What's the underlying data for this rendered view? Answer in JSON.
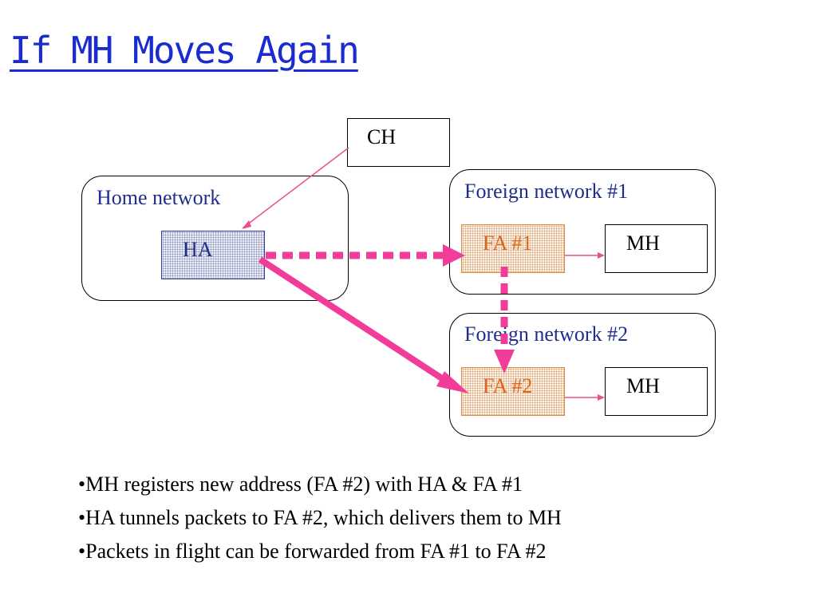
{
  "slide": {
    "title": "If MH Moves Again"
  },
  "diagram": {
    "ch_label": "CH",
    "home_network_label": "Home network",
    "ha_label": "HA",
    "foreign1_label": "Foreign network #1",
    "fa1_label": "FA #1",
    "mh1_label": "MH",
    "foreign2_label": "Foreign network #2",
    "fa2_label": "FA #2",
    "mh2_label": "MH",
    "colors": {
      "tunnel": "#f23c9a",
      "ch_line": "#e8508f",
      "fa_border": "#e08a3a",
      "fa_text": "#e0651a",
      "label_blue": "#1f2e8c"
    }
  },
  "bullets": [
    "•MH registers new address (FA #2) with HA & FA #1",
    "•HA tunnels packets to FA #2, which delivers them to MH",
    "•Packets in flight can be forwarded from FA #1 to FA #2"
  ]
}
